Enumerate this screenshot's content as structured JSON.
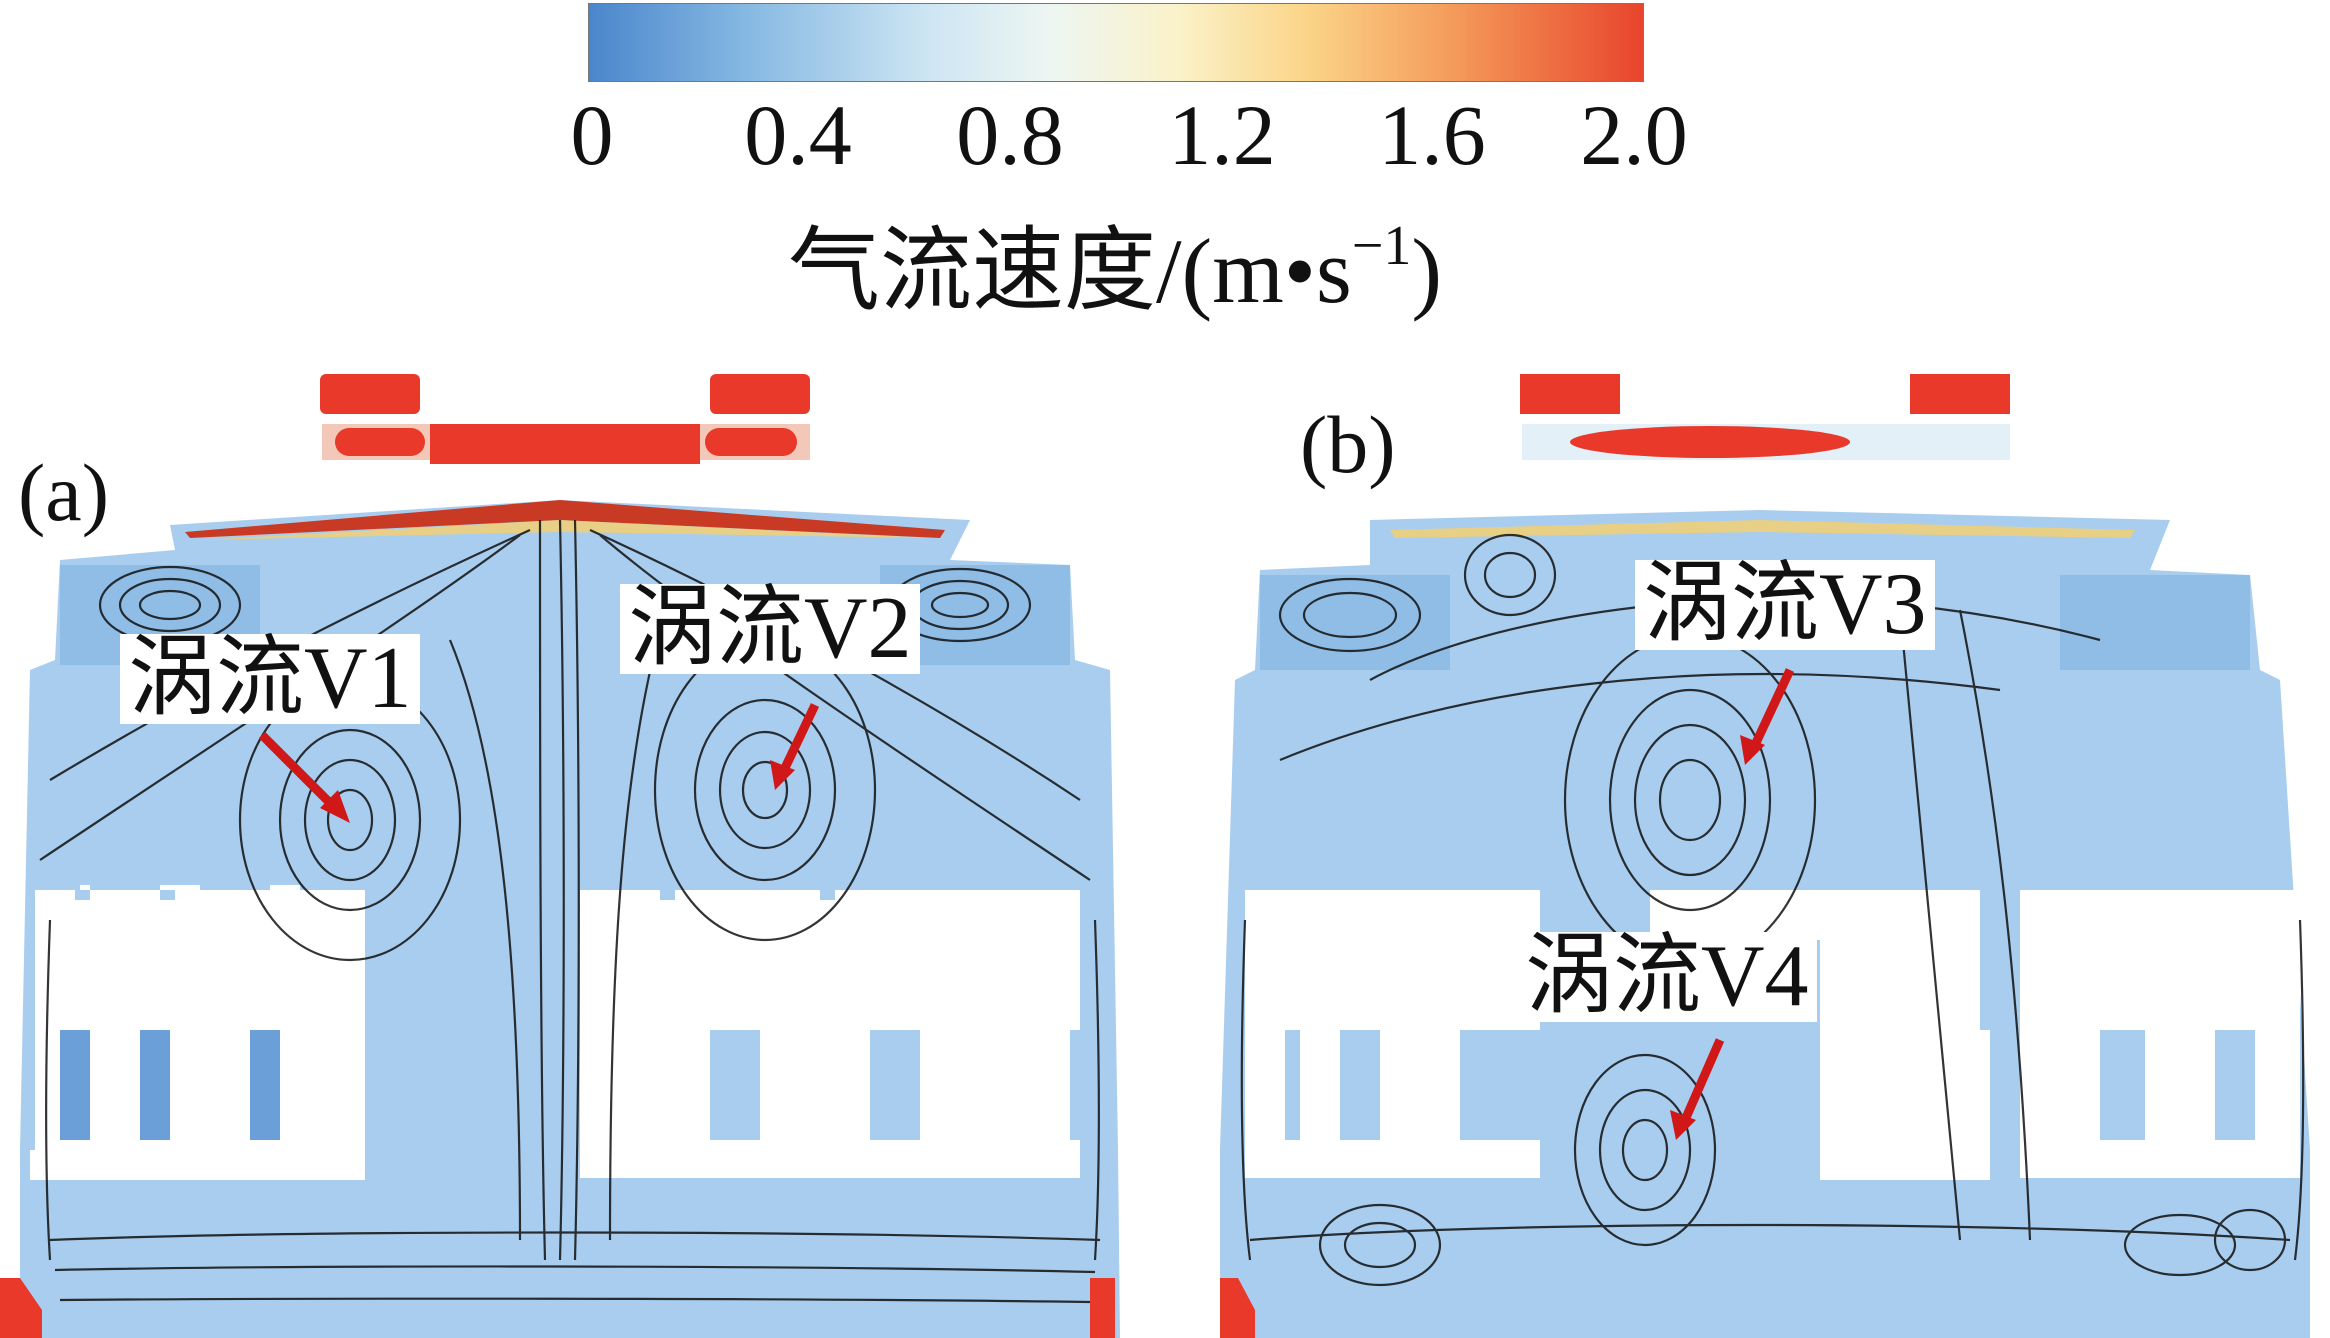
{
  "colorbar": {
    "ticks": [
      "0",
      "0.4",
      "0.8",
      "1.2",
      "1.6",
      "2.0"
    ],
    "title_main": "气流速度/(m•s",
    "title_sup": "−1",
    "title_end": ")",
    "colors": [
      "#4a86cc",
      "#cde5f3",
      "#faf2c8",
      "#f49b5a",
      "#e8452c"
    ]
  },
  "panels": {
    "a": {
      "label": "(a)",
      "vortices": [
        "涡流V1",
        "涡流V2"
      ]
    },
    "b": {
      "label": "(b)",
      "vortices": [
        "涡流V3",
        "涡流V4"
      ]
    }
  },
  "colors": {
    "field": "#a8cdef",
    "inlet": "#e8392b",
    "arrow": "#d01818",
    "streamline": "#111111"
  }
}
